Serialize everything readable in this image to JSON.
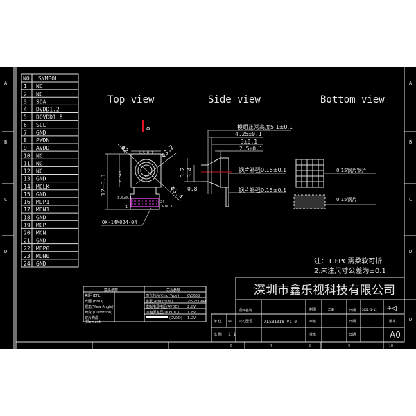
{
  "frame": {
    "row_letters": [
      "A",
      "B",
      "C",
      "D"
    ],
    "col_numbers": [
      "6",
      "7",
      "8",
      "9",
      "10"
    ]
  },
  "pin_table": {
    "header": {
      "no": "NO.",
      "symbol": "SYMBOL"
    },
    "rows": [
      [
        "1",
        "NC"
      ],
      [
        "2",
        "NC"
      ],
      [
        "3",
        "SDA"
      ],
      [
        "4",
        "DVDD1.2"
      ],
      [
        "5",
        "DOVDD1.8"
      ],
      [
        "6",
        "SCL"
      ],
      [
        "7",
        "GND"
      ],
      [
        "8",
        "PWDN"
      ],
      [
        "9",
        "AVDD"
      ],
      [
        "10",
        "NC"
      ],
      [
        "11",
        "NC"
      ],
      [
        "12",
        "NC"
      ],
      [
        "13",
        "GND"
      ],
      [
        "14",
        "MCLK"
      ],
      [
        "15",
        "GND"
      ],
      [
        "16",
        "MDP1"
      ],
      [
        "17",
        "MDN1"
      ],
      [
        "18",
        "GND"
      ],
      [
        "19",
        "MCP"
      ],
      [
        "20",
        "MCN"
      ],
      [
        "21",
        "GND"
      ],
      [
        "22",
        "MDP0"
      ],
      [
        "23",
        "MDN0"
      ],
      [
        "24",
        "GND"
      ]
    ]
  },
  "views": {
    "top": "Top view",
    "side": "Side view",
    "bottom": "Bottom view"
  },
  "top_view": {
    "dia1": "Φ2",
    "dia2": "Φ3.2",
    "dia3": "Φ3.4",
    "width": "6.5±0.1",
    "height": "12±0.1",
    "inner": "6.5±0.1",
    "pin24": "24",
    "pin1": "1",
    "fpc_w": "3.0±0.1",
    "pin_sq": "PIN 1",
    "connector": "OK-14M024-04"
  },
  "side_view": {
    "total": "模组正常高度5.1±0.1",
    "d1": "4.25±0.1",
    "d2": "3±0.1",
    "d3": "2.5±0.1",
    "stiff1": "钢片补强0.15±0.1",
    "stiff2": "钢片补强0.15±0.1",
    "h1": "3.2",
    "h2": "3.4",
    "h3": "0.8"
  },
  "bottom_view": {
    "label1": "0.15钢片钢片",
    "label2": "0.15钢片"
  },
  "notes": [
    "注：1.FPC需柔软可折",
    "2.未注尺寸公差为±0.1"
  ],
  "params": {
    "left_title": "镜头参数",
    "right_title": "芯片参数",
    "left": [
      "焦距 (EFL)",
      "光圈 (F.NO)",
      "视角(View Angle)",
      "畸变 (Distortion)",
      "镜片构成",
      "(Element)"
    ],
    "right": [
      [
        "感光芯片(Chip Type)",
        "OV5658"
      ],
      [
        "像素(Array Size)",
        "2592*1944"
      ],
      [
        "模拟电源电压(AVDD)",
        "2.8V"
      ],
      [
        "IO电源电压(DOVDD)",
        "1.8V"
      ],
      [
        "(DVDD)",
        "1.2V"
      ]
    ]
  },
  "title_block": {
    "company": "深圳市鑫乐视科技有限公司",
    "project_label": "项目名称",
    "project_value": "",
    "draw_label": "制图",
    "draw_value": "ZSD",
    "date_label": "日期",
    "date_value": "2021-3-12",
    "unit_label": "单 位",
    "unit_value": "mm",
    "model_label": "公司型号",
    "model_value": "XLS81018-V1.0",
    "review_label": "审核",
    "date2_label": "日期",
    "version_label": "版本",
    "scale_label": "比 例",
    "scale_value": "1:1",
    "approve_label": "批准",
    "date3_label": "日期",
    "version_value": "A0"
  }
}
